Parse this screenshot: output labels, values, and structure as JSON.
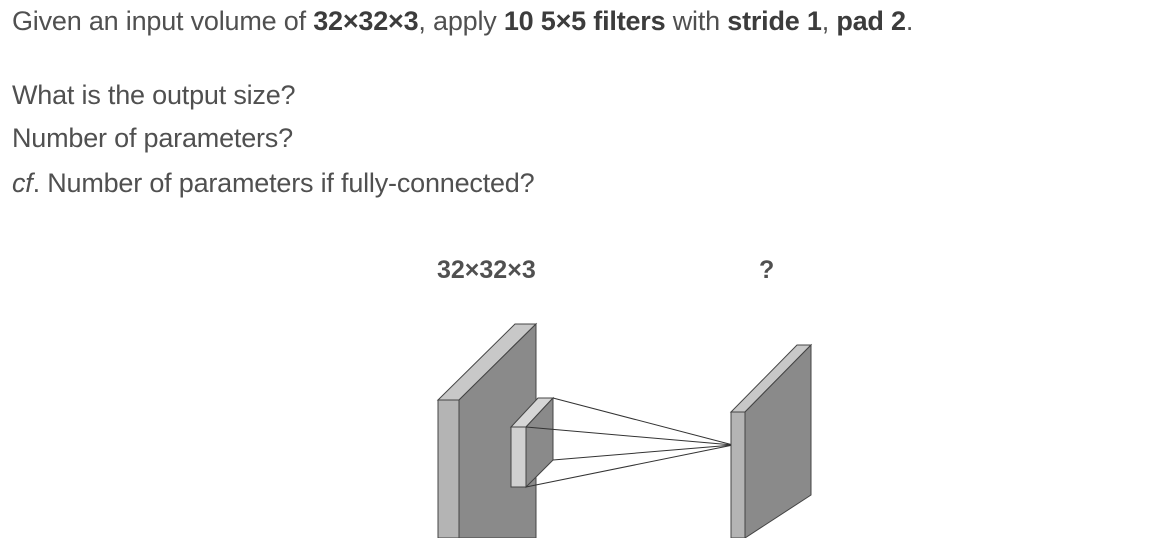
{
  "question": {
    "line1": {
      "t1": "Given an input volume of ",
      "b1": "32×32×3",
      "t2": ", apply ",
      "b2": "10 5×5 filters",
      "t3": " with ",
      "b3": "stride 1",
      "t4": ", ",
      "b4": "pad 2",
      "t5": "."
    },
    "q_output": "What is the output size?",
    "q_params": "Number of parameters?",
    "q_fc_prefix": "cf",
    "q_fc_rest": ". Number of parameters if fully-connected?"
  },
  "figure": {
    "input_label": "32×32×3",
    "output_label": "?"
  }
}
